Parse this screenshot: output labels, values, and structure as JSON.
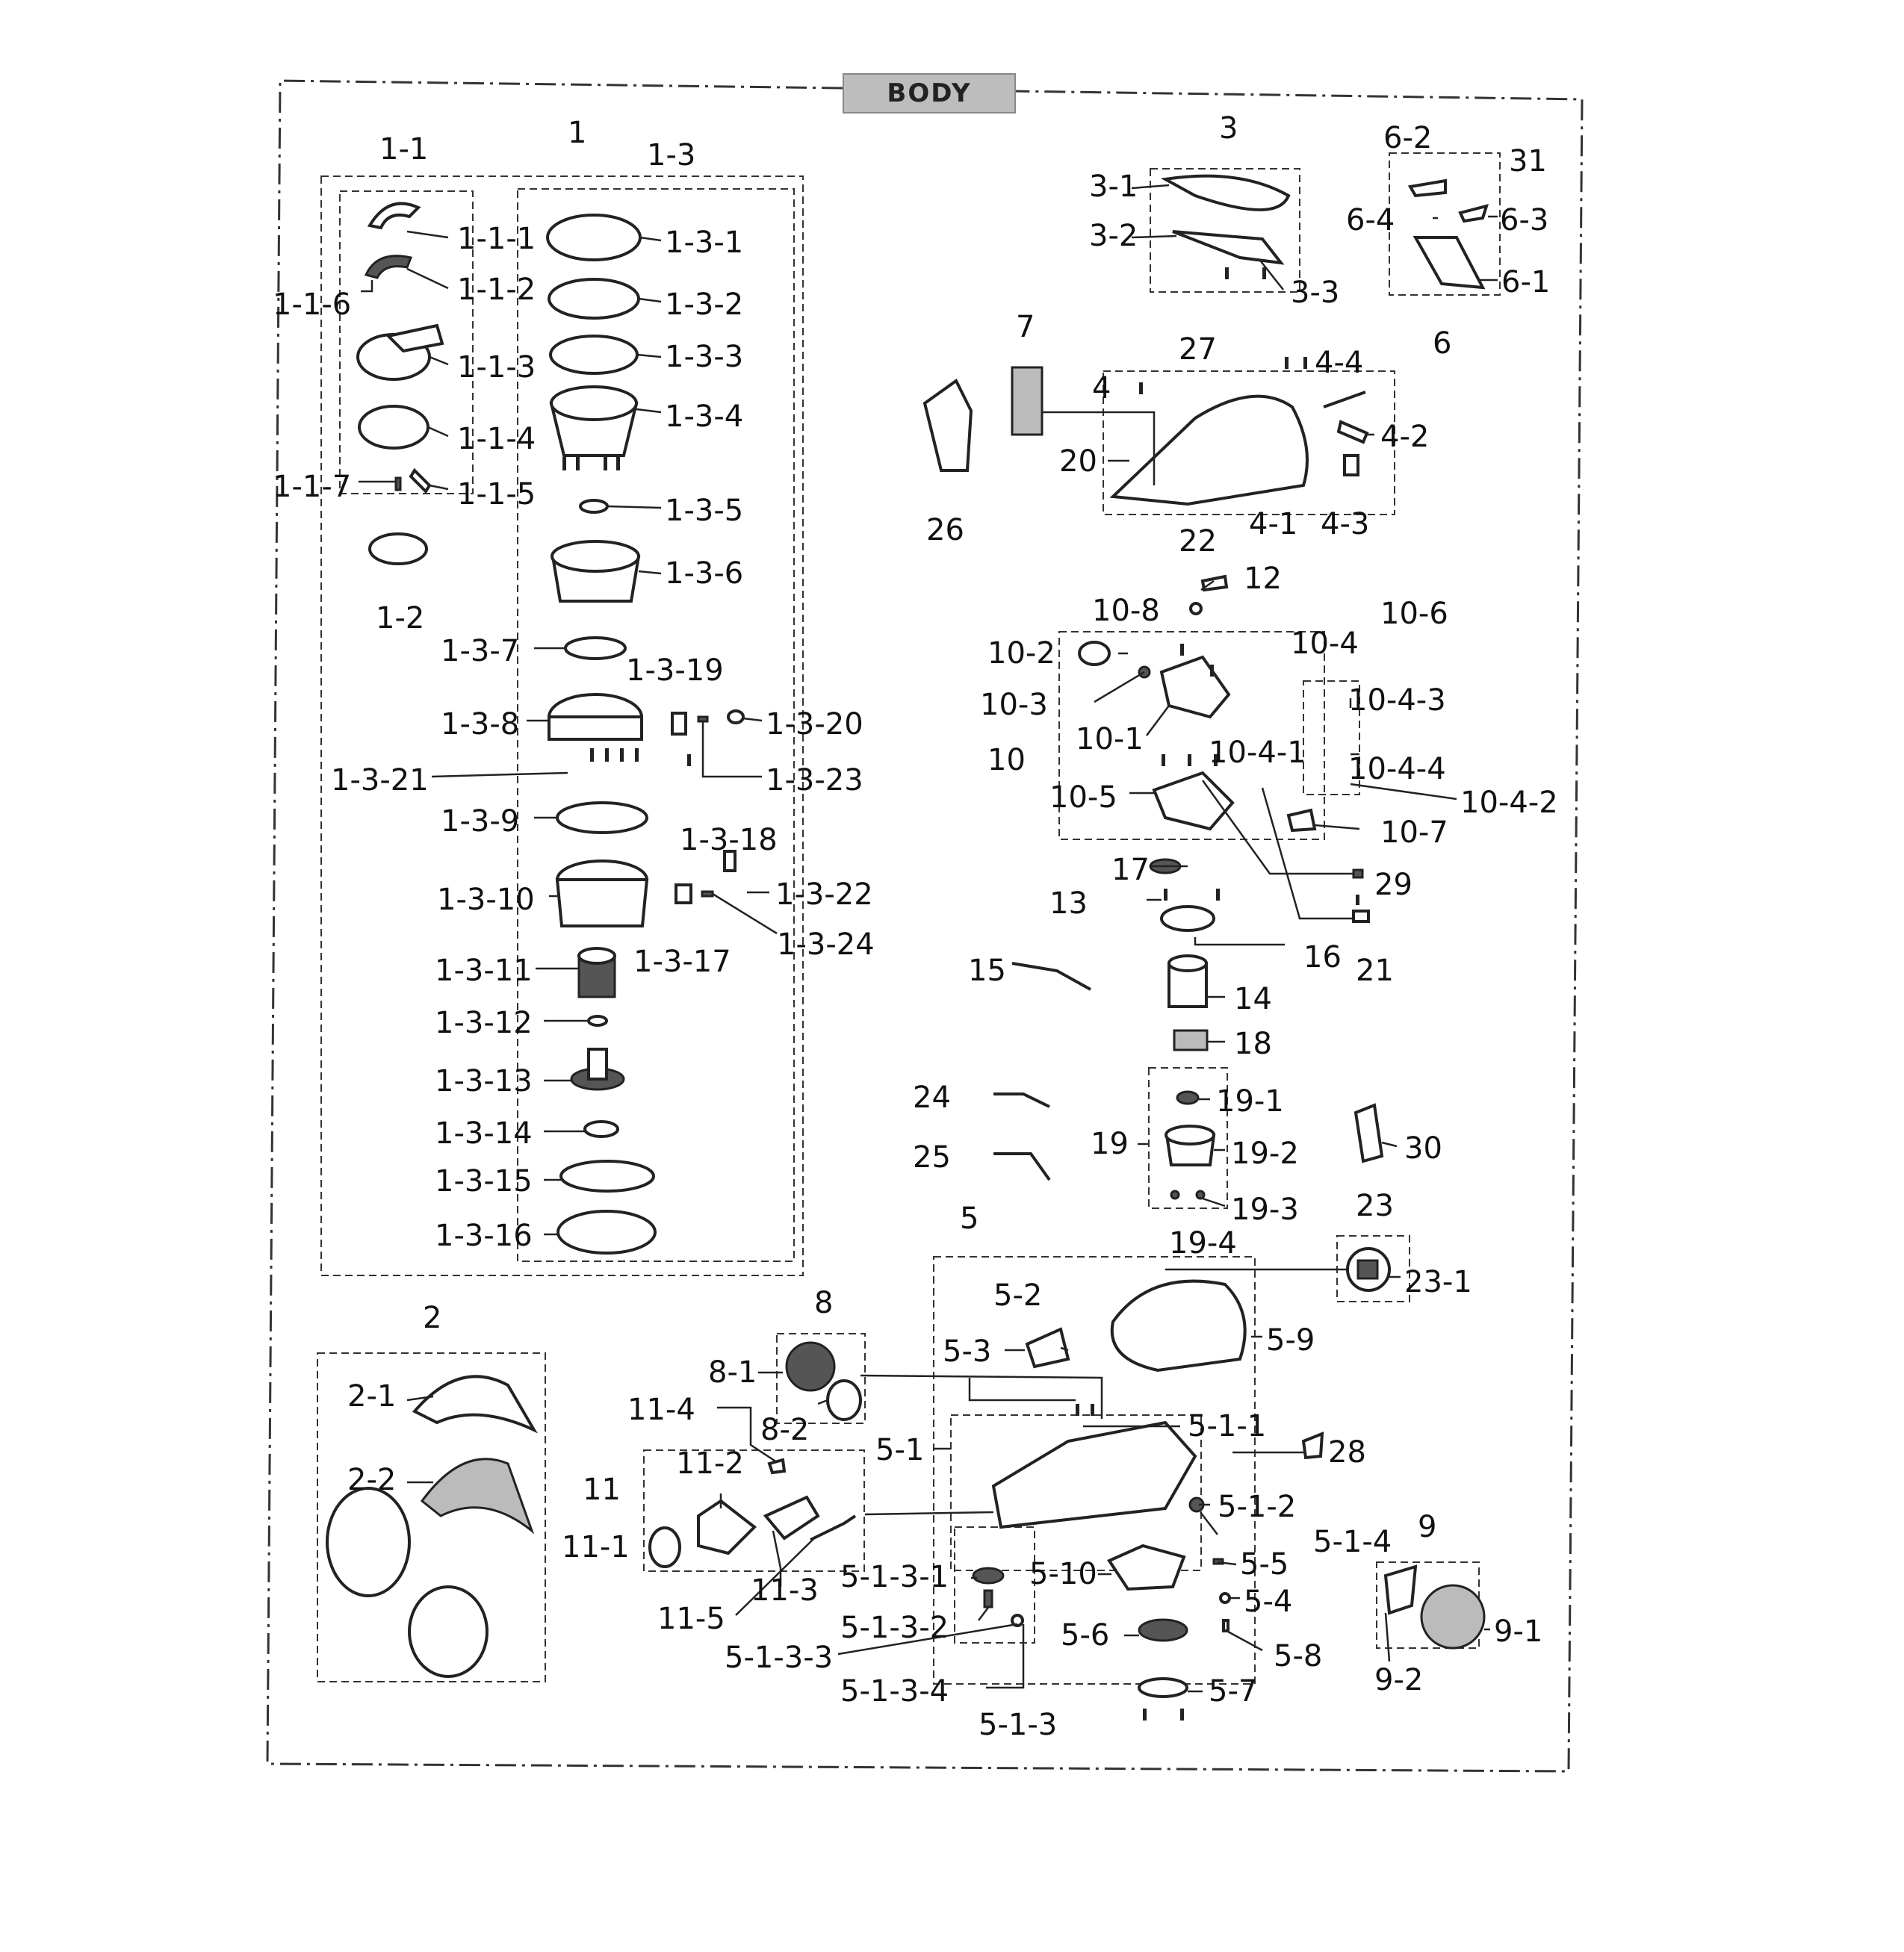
{
  "title": "BODY",
  "labels": [
    "1",
    "1-1",
    "1-3",
    "1-1-1",
    "1-3-1",
    "1-1-2",
    "1-3-2",
    "1-1-6",
    "1-1-3",
    "1-3-3",
    "1-3-4",
    "1-1-4",
    "1-1-7",
    "1-1-5",
    "1-3-5",
    "1-3-6",
    "1-2",
    "1-3-7",
    "1-3-19",
    "1-3-8",
    "1-3-20",
    "1-3-21",
    "1-3-23",
    "1-3-9",
    "1-3-18",
    "1-3-10",
    "1-3-22",
    "1-3-24",
    "1-3-11",
    "1-3-17",
    "1-3-12",
    "1-3-13",
    "1-3-14",
    "1-3-15",
    "1-3-16",
    "2",
    "2-1",
    "2-2",
    "3",
    "3-1",
    "3-2",
    "3-3",
    "6-2",
    "31",
    "6-4",
    "6-3",
    "6-1",
    "6",
    "7",
    "27",
    "4-4",
    "4",
    "4-2",
    "20",
    "26",
    "4-1",
    "4-3",
    "22",
    "12",
    "10-8",
    "10-6",
    "10-2",
    "10-4",
    "10-3",
    "10-4-3",
    "10-1",
    "10",
    "10-4-1",
    "10-4-4",
    "10-5",
    "10-4-2",
    "10-7",
    "17",
    "29",
    "13",
    "21",
    "16",
    "15",
    "14",
    "18",
    "24",
    "19-1",
    "19",
    "19-2",
    "30",
    "25",
    "19-3",
    "5",
    "23",
    "19-4",
    "23-1",
    "5-2",
    "8",
    "5-9",
    "5-3",
    "8-1",
    "11-4",
    "8-2",
    "5-1-1",
    "5-1",
    "28",
    "11-2",
    "11",
    "5-1-2",
    "5-1-4",
    "9",
    "11-1",
    "5-1-3-1",
    "5-10",
    "5-5",
    "11-3",
    "5-4",
    "11-5",
    "5-1-3-2",
    "5-6",
    "9-1",
    "5-1-3-3",
    "5-8",
    "9-2",
    "5-1-3-4",
    "5-7",
    "5-1-3"
  ]
}
